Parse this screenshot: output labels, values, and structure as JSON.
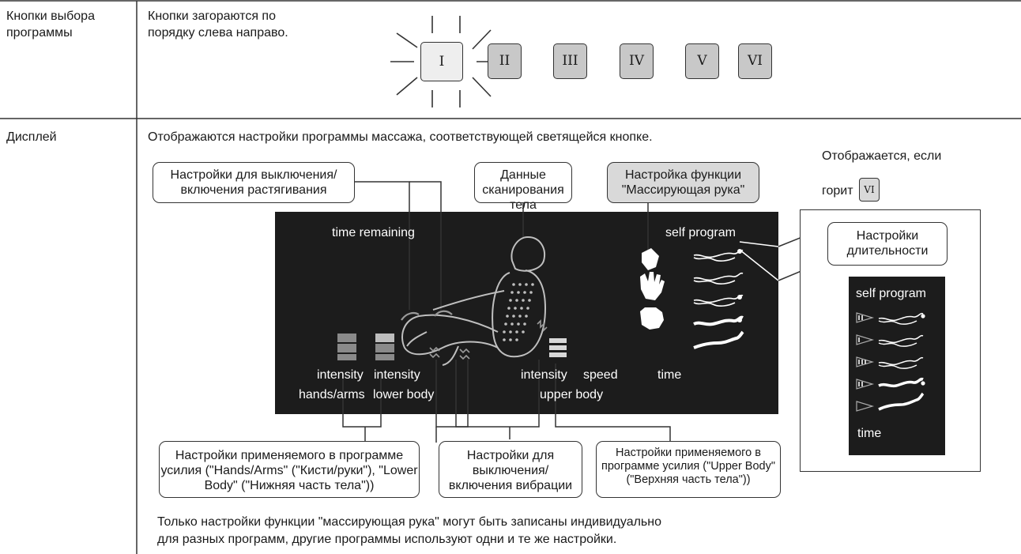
{
  "row1": {
    "header": "Кнопки выбора программы",
    "description": "Кнопки загораются по порядку слева направо.",
    "buttons": [
      "I",
      "II",
      "III",
      "IV",
      "V",
      "VI"
    ]
  },
  "row2": {
    "header": "Дисплей",
    "intro": "Отображаются настройки программы массажа, соответствующей светящейся кнопке.",
    "side_note_line1": "Отображается, если",
    "side_note_line2": "горит",
    "side_note_button": "VI",
    "callouts": {
      "stretch": "Настройки для выключения/ включения растягивания",
      "body_scan": "Данные сканирования тела",
      "massage_hand": "Настройка функции \"Массирующая рука\"",
      "effort_left": "Настройки применяемого в программе усилия (\"Hands/Arms\" (\"Кисти/руки\"), \"Lower Body\" (\"Нижняя часть тела\"))",
      "vibration": "Настройки для выключения/ включения вибрации",
      "effort_right": "Настройки применяемого в программе усилия (\"Upper Body\" (\"Верхняя часть тела\"))",
      "duration": "Настройки длительности"
    },
    "display": {
      "time_remaining": "time remaining",
      "self_program": "self program",
      "intensity_1": "intensity",
      "hands_arms": "hands/arms",
      "intensity_2": "intensity",
      "lower_body": "lower body",
      "intensity_3": "intensity",
      "speed": "speed",
      "upper_body": "upper body",
      "time": "time"
    },
    "mini_display": {
      "self_program": "self program",
      "time": "time"
    },
    "footnote_line1": "Только настройки функции \"массирующая рука\" могут быть записаны индивидуально",
    "footnote_line2": "для разных программ, другие программы используют одни и те же настройки."
  }
}
